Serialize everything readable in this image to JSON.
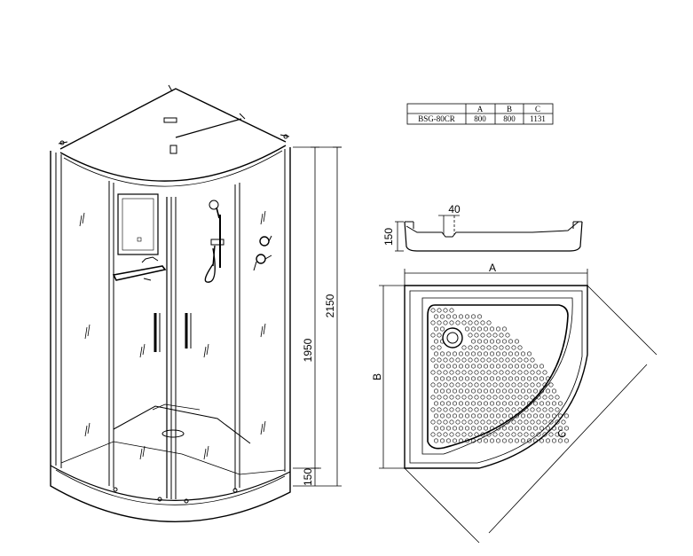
{
  "spec_table": {
    "header": [
      "",
      "A",
      "B",
      "C"
    ],
    "row": [
      "BSG-80CR",
      "800",
      "800",
      "1131"
    ]
  },
  "cabin_dimensions": {
    "total_height": "2150",
    "door_height": "1950",
    "tray_height": "150"
  },
  "tray_profile": {
    "height": "150",
    "depth": "40"
  },
  "tray_plan": {
    "side_a": "A",
    "side_b": "B",
    "diagonal_c": "C"
  }
}
